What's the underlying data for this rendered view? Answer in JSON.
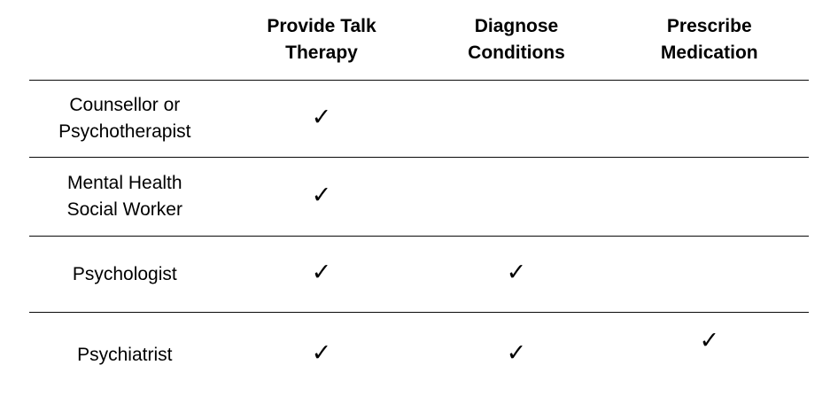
{
  "table": {
    "corner": "",
    "columns": [
      "Provide Talk\nTherapy",
      "Diagnose\nConditions",
      "Prescribe\nMedication"
    ],
    "rows": [
      {
        "label": "Counsellor or\nPsychotherapist",
        "cells": [
          "✓",
          "",
          ""
        ]
      },
      {
        "label": "Mental Health\nSocial Worker",
        "cells": [
          "✓",
          "",
          ""
        ]
      },
      {
        "label": "Psychologist",
        "cells": [
          "✓",
          "✓",
          ""
        ]
      },
      {
        "label": "Psychiatrist",
        "cells": [
          "✓",
          "✓",
          "✓"
        ]
      }
    ],
    "colors": {
      "text": "#000000",
      "rule": "#0a0a0a",
      "background": "#ffffff"
    }
  }
}
